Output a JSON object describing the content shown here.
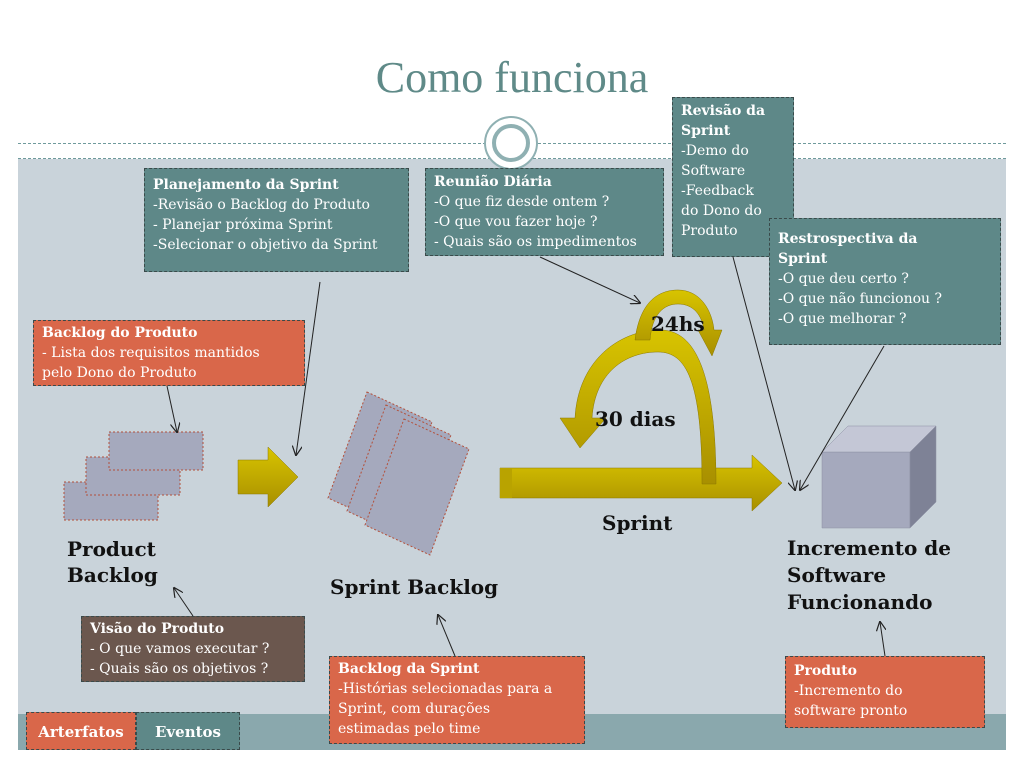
{
  "title": "Como funciona",
  "boxes": {
    "planejamento": {
      "title": "Planejamento da Sprint",
      "lines": [
        "-Revisão o Backlog do Produto",
        "- Planejar próxima Sprint",
        "-Selecionar o objetivo da Sprint"
      ]
    },
    "reuniao": {
      "title": "Reunião Diária",
      "lines": [
        "-O que fiz desde ontem ?",
        "-O que vou fazer hoje ?",
        "- Quais são os impedimentos"
      ]
    },
    "revisao": {
      "title_1": "Revisão da",
      "title_2": "Sprint",
      "lines": [
        "-Demo do",
        "Software",
        "-Feedback",
        "do Dono do",
        "Produto"
      ]
    },
    "retrospectiva": {
      "title_1": "Restrospectiva da",
      "title_2": "Sprint",
      "lines": [
        "-O que deu certo ?",
        "-O que não funcionou ?",
        "-O que melhorar ?"
      ]
    },
    "backlog_produto": {
      "title": "Backlog do Produto",
      "lines": [
        "- Lista dos requisitos mantidos",
        "pelo Dono do Produto"
      ]
    },
    "visao": {
      "title": "Visão do Produto",
      "lines": [
        "- O que vamos executar ?",
        "- Quais são os objetivos ?"
      ]
    },
    "backlog_sprint": {
      "title": "Backlog da Sprint",
      "lines": [
        "-Histórias selecionadas para a",
        "Sprint, com durações",
        "estimadas pelo time"
      ]
    },
    "produto": {
      "title": "Produto",
      "lines": [
        "-Incremento do",
        "software pronto"
      ]
    }
  },
  "labels": {
    "product_backlog_1": "Product",
    "product_backlog_2": "Backlog",
    "sprint_backlog": "Sprint Backlog",
    "sprint": "Sprint",
    "hours": "24hs",
    "days": "30 dias",
    "incremento_1": "Incremento de",
    "incremento_2": "Software",
    "incremento_3": "Funcionando"
  },
  "tabs": {
    "arterfatos": "Arterfatos",
    "eventos": "Eventos"
  },
  "colors": {
    "teal": "#5e8888",
    "orange": "#d9674a",
    "brown": "#6b574e",
    "arrow": "#c8b400",
    "card": "#a5a9bd"
  }
}
